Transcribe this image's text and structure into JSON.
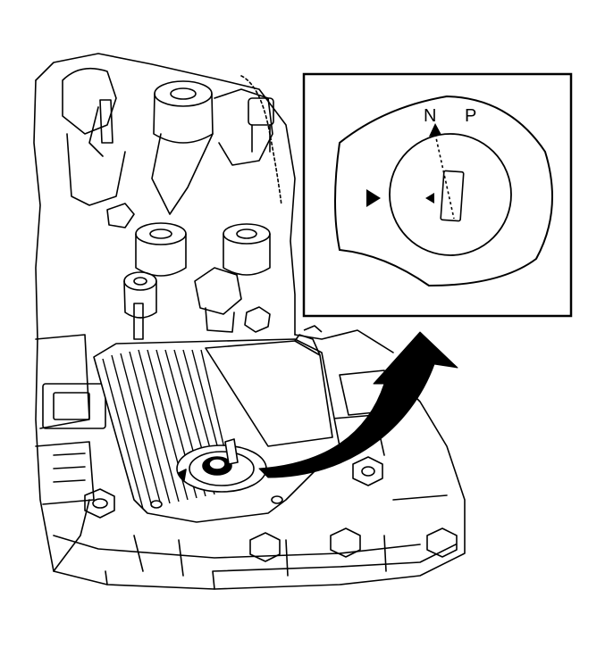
{
  "figure": {
    "inset": {
      "label_n": "N",
      "label_p": "P"
    },
    "colors": {
      "line": "#000000",
      "background": "#ffffff"
    },
    "icons": [
      "transmission-assembly",
      "range-selector-switch",
      "callout-arrow",
      "neutral-position-indicator"
    ]
  }
}
